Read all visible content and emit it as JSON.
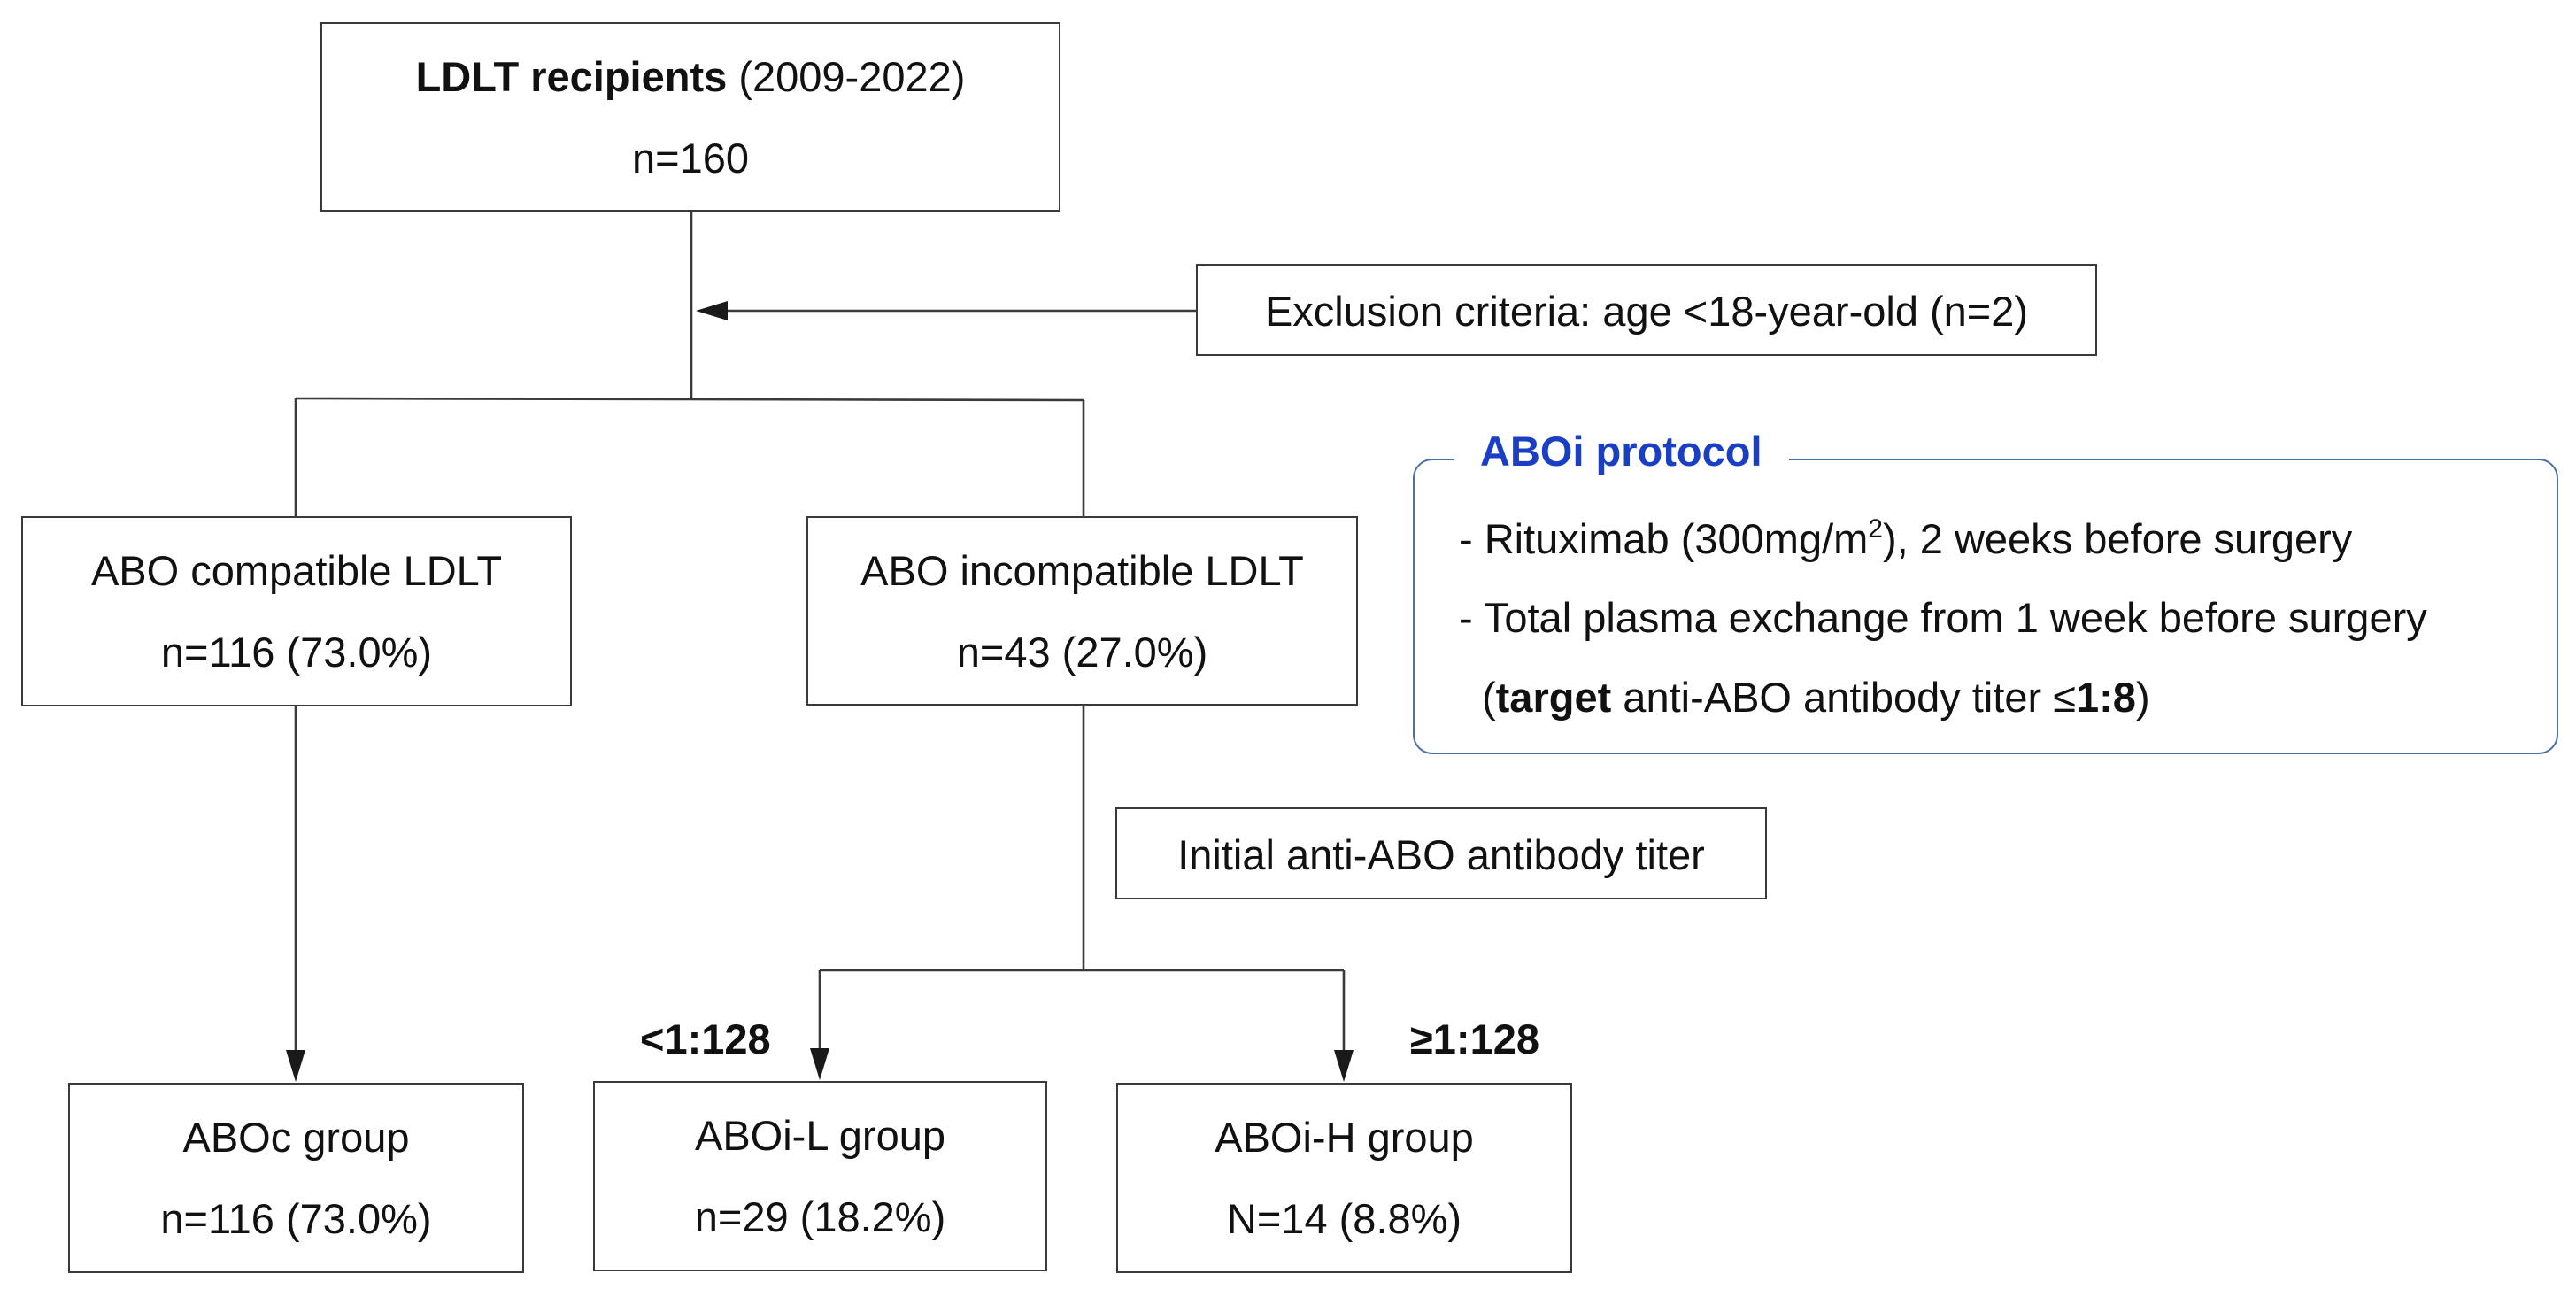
{
  "nodes": {
    "recipients": {
      "title_bold": "LDLT recipients",
      "title_rest": "(2009-2022)",
      "count": "n=160"
    },
    "exclusion": {
      "text": "Exclusion criteria: age <18-year-old (n=2)"
    },
    "compatible": {
      "label": "ABO compatible LDLT",
      "count": "n=116 (73.0%)"
    },
    "incompatible": {
      "label": "ABO incompatible LDLT",
      "count": "n=43 (27.0%)"
    },
    "initial_titer": {
      "text": "Initial anti-ABO antibody titer"
    },
    "aboc_group": {
      "label": "ABOc group",
      "count": "n=116 (73.0%)"
    },
    "aboi_l_group": {
      "label": "ABOi-L group",
      "count": "n=29 (18.2%)"
    },
    "aboi_h_group": {
      "label": "ABOi-H group",
      "count": "N=14 (8.8%)"
    }
  },
  "thresholds": {
    "low": "<1:128",
    "high": "≥1:128"
  },
  "protocol": {
    "title": "ABOi protocol",
    "rituximab_prefix": "- Rituximab (300mg/m",
    "rituximab_sup": "2",
    "rituximab_suffix": "), 2 weeks before surgery",
    "plasma_exchange": "- Total plasma exchange from 1 week before surgery",
    "target_open": "(",
    "target_bold": "target",
    "target_middle": " anti-ABO antibody titer ≤",
    "target_value": "1:8",
    "target_close": ")"
  },
  "colors": {
    "box_border": "#3a3a3a",
    "protocol_border": "#4a6fa5",
    "protocol_title": "#1a3fc4",
    "connector": "#3a3a3a"
  }
}
